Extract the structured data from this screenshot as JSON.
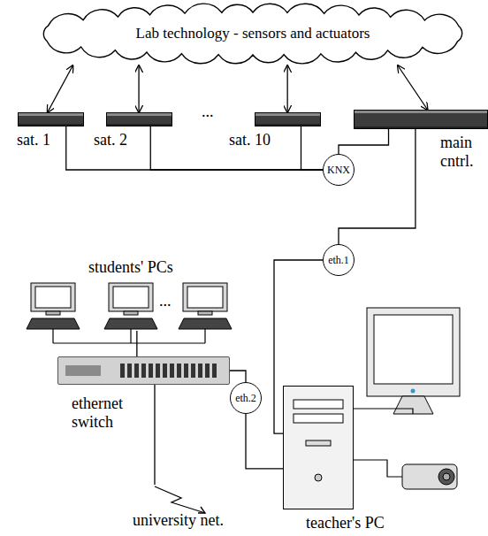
{
  "diagram": {
    "nodes": [
      {
        "text": [
          "Lab technology - sensors and actuators"
        ]
      },
      {
        "text": [
          "sat. 1"
        ]
      },
      {
        "text": [
          "sat. 2"
        ]
      },
      {
        "text": [
          "sat. 10"
        ]
      },
      {
        "text": [
          "main cntrl."
        ]
      },
      {
        "text": [
          "KNX"
        ]
      },
      {
        "text": [
          "eth.1"
        ]
      },
      {
        "text": [
          "students' PCs"
        ]
      },
      {
        "text": [
          "ethernet switch"
        ]
      },
      {
        "text": [
          "eth.2"
        ]
      },
      {
        "text": [
          "university net."
        ]
      },
      {
        "text": [
          "teacher's PC"
        ]
      }
    ],
    "edges": [
      {
        "from": 0,
        "to": 1,
        "arrow": "both"
      },
      {
        "from": 0,
        "to": 2,
        "arrow": "both"
      },
      {
        "from": 0,
        "to": 3,
        "arrow": "both"
      },
      {
        "from": 0,
        "to": 4,
        "arrow": "both"
      },
      {
        "from": 1,
        "to": 5,
        "arrow": "none"
      },
      {
        "from": 2,
        "to": 5,
        "arrow": "none"
      },
      {
        "from": 3,
        "to": 5,
        "arrow": "none"
      },
      {
        "from": 5,
        "to": 4,
        "arrow": "none"
      },
      {
        "from": 4,
        "to": 6,
        "arrow": "none"
      },
      {
        "from": 6,
        "to": 11,
        "arrow": "none"
      },
      {
        "from": 7,
        "to": 8,
        "arrow": "none"
      },
      {
        "from": 8,
        "to": 10,
        "arrow": "none"
      },
      {
        "from": 8,
        "to": 9,
        "arrow": "none"
      },
      {
        "from": 9,
        "to": 11,
        "arrow": "none"
      }
    ],
    "labels": [
      "...",
      "..."
    ]
  }
}
